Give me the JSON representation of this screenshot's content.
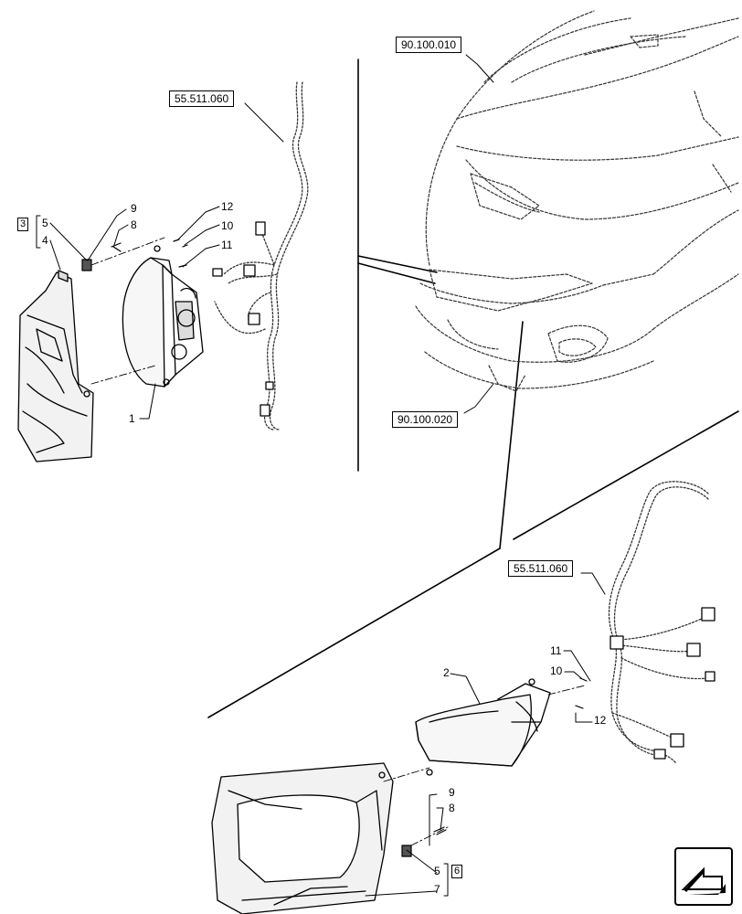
{
  "references": {
    "harness_top": "55.511.060",
    "hood_top": "90.100.010",
    "hood_bottom": "90.100.020",
    "harness_right": "55.511.060"
  },
  "callouts_left": {
    "kit_3": "3",
    "n5": "5",
    "n4": "4",
    "n9": "9",
    "n8": "8",
    "n12": "12",
    "n10": "10",
    "n11": "11",
    "n1": "1"
  },
  "callouts_right": {
    "n2": "2",
    "n11": "11",
    "n10": "10",
    "n12": "12",
    "n9": "9",
    "n8": "8",
    "n5": "5",
    "kit_6": "6",
    "n7": "7"
  },
  "nav": {
    "icon": "arrow-icon"
  }
}
